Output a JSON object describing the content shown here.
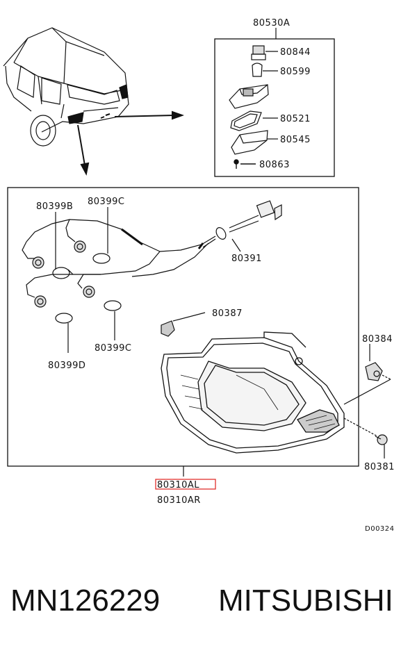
{
  "diagram": {
    "labels": {
      "top_assembly": "80530A",
      "bulb_socket": "80844",
      "bulb_small": "80599",
      "lens_housing": "80521",
      "gasket": "80545",
      "screw_small": "80863",
      "socket_b": "80399B",
      "socket_c_top": "80399C",
      "harness": "80391",
      "clip": "80387",
      "socket_c_bottom": "80399C",
      "socket_d": "80399D",
      "grommet": "80384",
      "screw_nut": "80381",
      "lamp_left": "80310AL",
      "lamp_right": "80310AR",
      "drawing_code": "D00324"
    }
  },
  "footer": {
    "part_number": "MN126229",
    "brand": "MITSUBISHI"
  },
  "colors": {
    "line": "#111111",
    "highlight": "#e0302c",
    "background": "#ffffff"
  }
}
